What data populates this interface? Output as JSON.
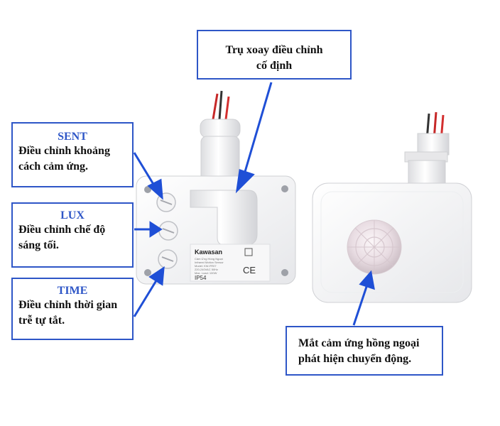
{
  "callouts": {
    "pivot": {
      "body_line1": "Trụ xoay điều chỉnh",
      "body_line2": "cố định"
    },
    "sent": {
      "title": "SENT",
      "body_line1": "Điều chỉnh khoảng",
      "body_line2": "cách cảm ứng."
    },
    "lux": {
      "title": "LUX",
      "body_line1": "Điều chỉnh chế độ",
      "body_line2": "sáng tối."
    },
    "time": {
      "title": "TIME",
      "body_line1": "Điều chỉnh thời gian",
      "body_line2": "trễ tự tắt."
    },
    "sensor_eye": {
      "body_line1": "Mắt cảm ứng hồng ngoại",
      "body_line2": "phát hiện chuyển động."
    }
  },
  "device_label": {
    "brand": "Kawasan",
    "fine_print": [
      "Cảm Ứng Hồng Ngoại",
      "Infrared Motion Sensor",
      "Model: KW-FR07",
      "220-240VAC 50Hz",
      "Max. Load: 100W"
    ],
    "rating": "IP54",
    "ce_mark": "CE"
  },
  "colors": {
    "accent": "#2e56c7",
    "arrow": "#1f4fd6"
  }
}
